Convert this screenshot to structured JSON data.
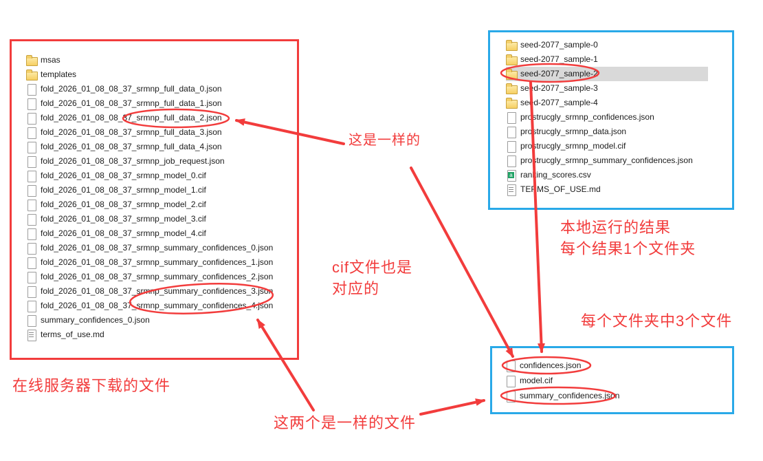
{
  "left_panel": {
    "items": [
      {
        "name": "msas",
        "type": "folder"
      },
      {
        "name": "templates",
        "type": "folder"
      },
      {
        "name": "fold_2026_01_08_08_37_srmnp_full_data_0.json",
        "type": "file"
      },
      {
        "name": "fold_2026_01_08_08_37_srmnp_full_data_1.json",
        "type": "file"
      },
      {
        "name": "fold_2026_01_08_08_37_srmnp_full_data_2.json",
        "type": "file"
      },
      {
        "name": "fold_2026_01_08_08_37_srmnp_full_data_3.json",
        "type": "file"
      },
      {
        "name": "fold_2026_01_08_08_37_srmnp_full_data_4.json",
        "type": "file"
      },
      {
        "name": "fold_2026_01_08_08_37_srmnp_job_request.json",
        "type": "file"
      },
      {
        "name": "fold_2026_01_08_08_37_srmnp_model_0.cif",
        "type": "file"
      },
      {
        "name": "fold_2026_01_08_08_37_srmnp_model_1.cif",
        "type": "file"
      },
      {
        "name": "fold_2026_01_08_08_37_srmnp_model_2.cif",
        "type": "file"
      },
      {
        "name": "fold_2026_01_08_08_37_srmnp_model_3.cif",
        "type": "file"
      },
      {
        "name": "fold_2026_01_08_08_37_srmnp_model_4.cif",
        "type": "file"
      },
      {
        "name": "fold_2026_01_08_08_37_srmnp_summary_confidences_0.json",
        "type": "file"
      },
      {
        "name": "fold_2026_01_08_08_37_srmnp_summary_confidences_1.json",
        "type": "file"
      },
      {
        "name": "fold_2026_01_08_08_37_srmnp_summary_confidences_2.json",
        "type": "file"
      },
      {
        "name": "fold_2026_01_08_08_37_srmnp_summary_confidences_3.json",
        "type": "file"
      },
      {
        "name": "fold_2026_01_08_08_37_srmnp_summary_confidences_4.json",
        "type": "file"
      },
      {
        "name": "summary_confidences_0.json",
        "type": "file"
      },
      {
        "name": "terms_of_use.md",
        "type": "md"
      }
    ]
  },
  "top_right_panel": {
    "items": [
      {
        "name": "seed-2077_sample-0",
        "type": "folder"
      },
      {
        "name": "seed-2077_sample-1",
        "type": "folder"
      },
      {
        "name": "seed-2077_sample-2",
        "type": "folder",
        "highlighted": true
      },
      {
        "name": "seed-2077_sample-3",
        "type": "folder"
      },
      {
        "name": "seed-2077_sample-4",
        "type": "folder"
      },
      {
        "name": "prostrucgly_srmnp_confidences.json",
        "type": "file"
      },
      {
        "name": "prostrucgly_srmnp_data.json",
        "type": "file"
      },
      {
        "name": "prostrucgly_srmnp_model.cif",
        "type": "file"
      },
      {
        "name": "prostrucgly_srmnp_summary_confidences.json",
        "type": "file"
      },
      {
        "name": "ranking_scores.csv",
        "type": "csv"
      },
      {
        "name": "TERMS_OF_USE.md",
        "type": "md"
      }
    ]
  },
  "bottom_right_panel": {
    "items": [
      {
        "name": "confidences.json",
        "type": "file"
      },
      {
        "name": "model.cif",
        "type": "file"
      },
      {
        "name": "summary_confidences.json",
        "type": "file"
      }
    ]
  },
  "annotations": {
    "same": "这是一样的",
    "cif_line1": "cif文件也是",
    "cif_line2": "对应的",
    "local_line1": "本地运行的结果",
    "local_line2": "每个结果1个文件夹",
    "three_files": "每个文件夹中3个文件",
    "online_download": "在线服务器下载的文件",
    "two_same": "这两个是一样的文件"
  },
  "colors": {
    "annotation_red": "#f23c3c",
    "panel_border_blue": "#29a9e8",
    "selection_gray": "#d9d9d9",
    "folder_yellow": "#f6cf63"
  }
}
